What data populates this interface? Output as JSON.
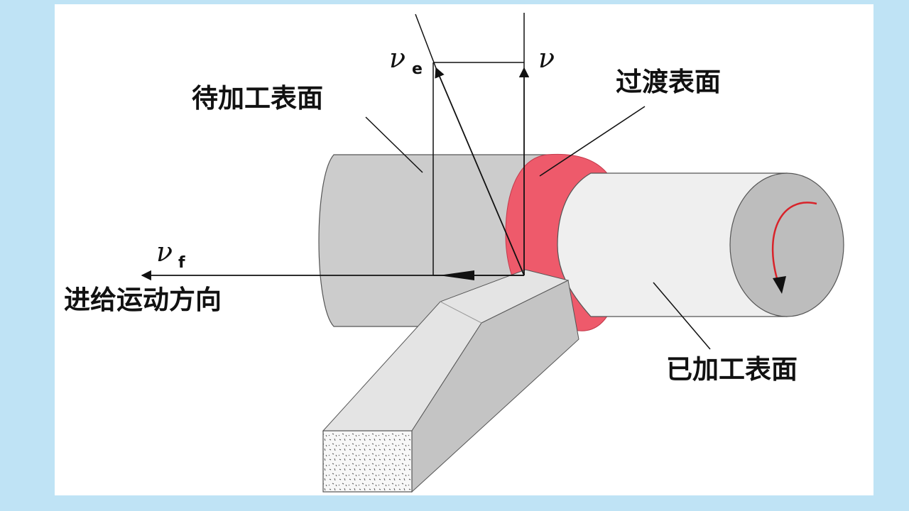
{
  "labels": {
    "unmachined_surface": "待加工表面",
    "transition_surface": "过渡表面",
    "machined_surface": "已加工表面",
    "feed_direction": "进给运动方向"
  },
  "symbols": {
    "ve": {
      "base": "ν",
      "sub": "e"
    },
    "v": {
      "base": "ν",
      "sub": ""
    },
    "vf": {
      "base": "ν",
      "sub": "f"
    }
  },
  "colors": {
    "background": "#bfe3f5",
    "workpiece_blank": "#cccccc",
    "workpiece_machined": "#efefef",
    "workpiece_end": "#bdbdbd",
    "transition_surface": "#ee5a6b",
    "tool_light": "#e4e4e4",
    "tool_dark": "#c4c4c4",
    "rotation_arrow": "#d8232a",
    "lines": "#111111"
  }
}
